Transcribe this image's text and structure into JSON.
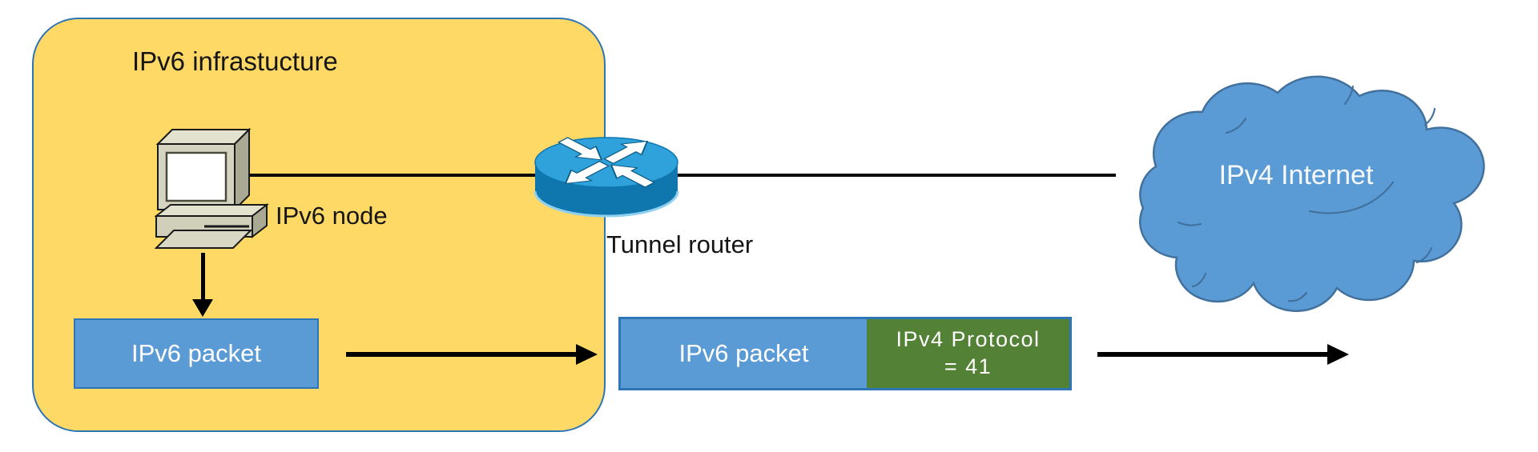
{
  "infrastructure": {
    "title": "IPv6 infrastucture",
    "node_label": "IPv6 node",
    "packet_label": "IPv6 packet"
  },
  "tunnel_router": {
    "label": "Tunnel router"
  },
  "internet_cloud": {
    "label": "IPv4 Internet"
  },
  "encapsulated_packet": {
    "payload_label": "IPv6 packet",
    "header_line1": "IPv4 Protocol",
    "header_line2": "= 41"
  },
  "icons": {
    "computer": "desktop-computer-icon",
    "router": "router-icon",
    "cloud": "cloud-icon",
    "flow_arrows": "black-right-arrow"
  },
  "colors": {
    "infrastructure_fill": "#FFD966",
    "infrastructure_border": "#2E75B6",
    "packet_blue": "#5B9BD5",
    "packet_border": "#2E75B6",
    "protocol_green": "#538135",
    "cloud_fill": "#5B9BD5",
    "cloud_stroke": "#41719C",
    "router_top": "#2FA1DB",
    "router_body": "#1076AE",
    "connector_black": "#000000"
  }
}
